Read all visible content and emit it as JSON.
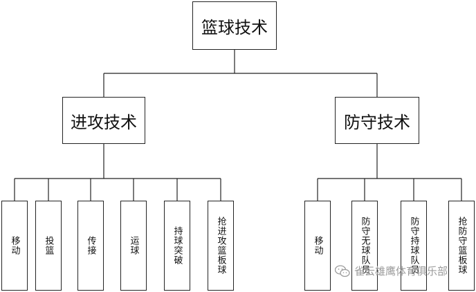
{
  "root": {
    "label": "篮球技术"
  },
  "branches": [
    {
      "label": "进攻技术",
      "leaves": [
        "移动",
        "投篮",
        "传接",
        "运球",
        "持球突破",
        "抢进攻篮板球"
      ]
    },
    {
      "label": "防守技术",
      "leaves": [
        "移动",
        "防守无球队员",
        "防守持球队员",
        "抢防守篮板球"
      ]
    }
  ],
  "watermark": {
    "text": "雀云雄鹰体育俱乐部",
    "icon": "wechat-icon"
  },
  "colors": {
    "line": "#222222",
    "watermark": "#9a9a9a"
  }
}
